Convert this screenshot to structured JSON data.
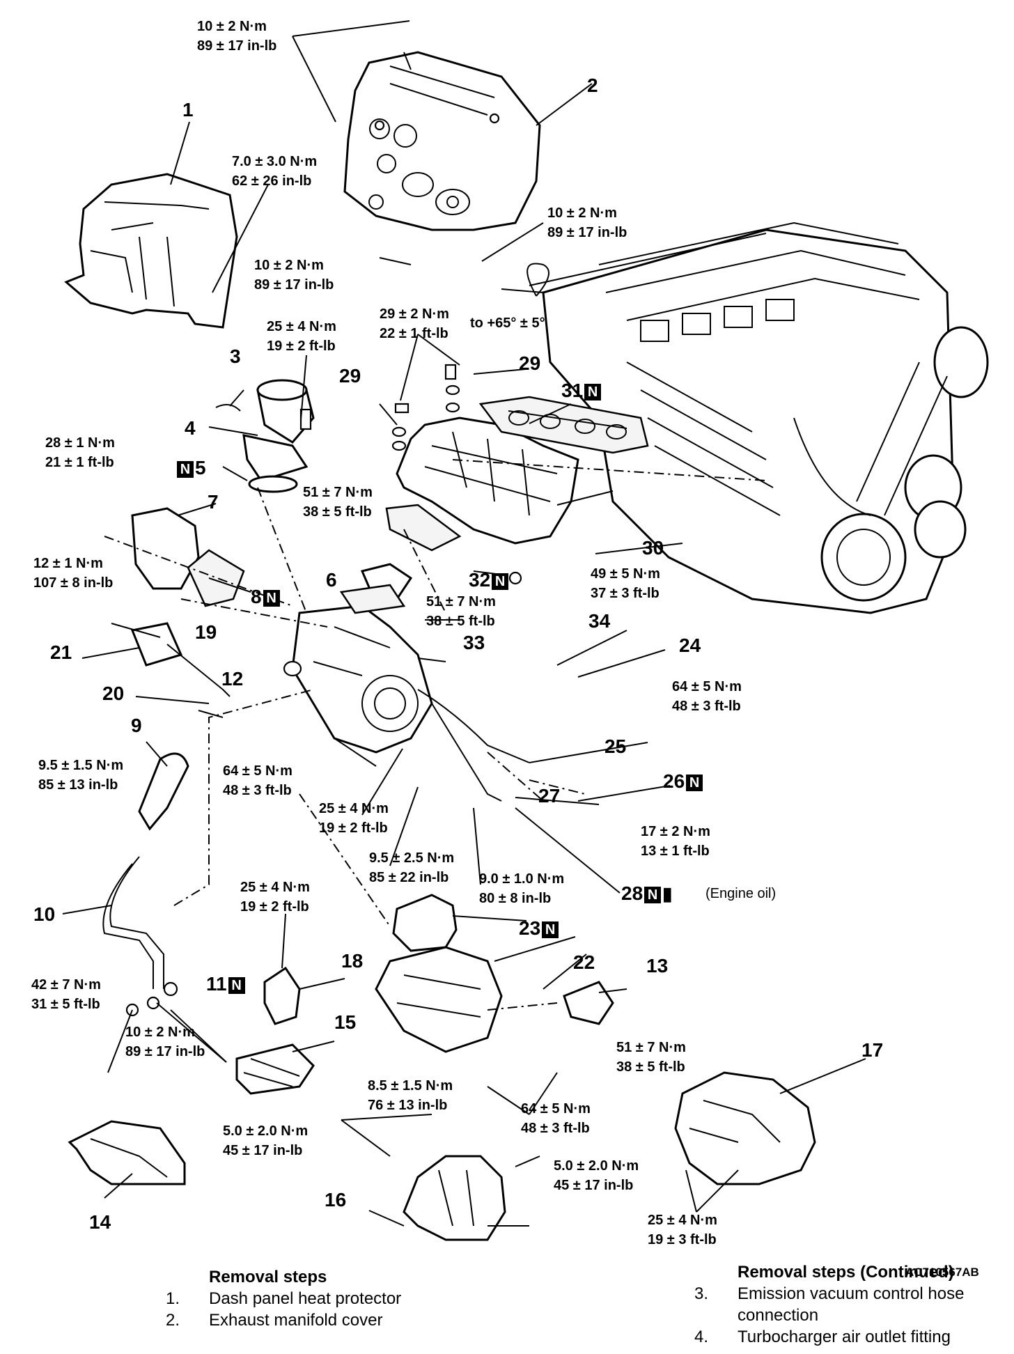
{
  "figure_id": "AC710567AB",
  "torques": {
    "t_top": [
      "10 ± 2 N·m",
      "89 ± 17 in-lb"
    ],
    "t_heat1": [
      "7.0 ± 3.0 N·m",
      "62 ± 26 in-lb"
    ],
    "t_mani_r": [
      "10 ± 2 N·m",
      "89 ± 17 in-lb"
    ],
    "t_mani_b": [
      "10 ± 2 N·m",
      "89 ± 17 in-lb"
    ],
    "t_29": [
      "29 ± 2 N·m",
      "22 ± 1 ft-lb"
    ],
    "t_29_angle": "to +65° ± 5°",
    "t_4": [
      "25 ± 4 N·m",
      "19 ± 2 ft-lb"
    ],
    "t_7": [
      "28 ± 1 N·m",
      "21 ± 1 ft-lb"
    ],
    "t_6": [
      "51 ± 7 N·m",
      "38 ± 5 ft-lb"
    ],
    "t_21": [
      "12 ± 1 N·m",
      "107 ± 8 in-lb"
    ],
    "t_30": [
      "49 ± 5 N·m",
      "37 ± 3 ft-lb"
    ],
    "t_33": [
      "51 ± 7 N·m",
      "38 ± 5 ft-lb"
    ],
    "t_24": [
      "64 ± 5 N·m",
      "48 ± 3 ft-lb"
    ],
    "t_9": [
      "9.5 ± 1.5 N·m",
      "85 ± 13 in-lb"
    ],
    "t_turbo": [
      "64 ± 5 N·m",
      "48 ± 3 ft-lb"
    ],
    "t_25a": [
      "25 ± 4 N·m",
      "19 ± 2 ft-lb"
    ],
    "t_26": [
      "17 ± 2 N·m",
      "13 ± 1 ft-lb"
    ],
    "t_27a": [
      "9.5 ± 2.5 N·m",
      "85 ± 22 in-lb"
    ],
    "t_27b": [
      "9.0 ± 1.0 N·m",
      "80 ± 8 in-lb"
    ],
    "t_18": [
      "25 ± 4 N·m",
      "19 ± 2 ft-lb"
    ],
    "t_10": [
      "42 ± 7 N·m",
      "31 ± 5 ft-lb"
    ],
    "t_14": [
      "10 ± 2 N·m",
      "89 ± 17 in-lb"
    ],
    "t_13": [
      "51 ± 7 N·m",
      "38 ± 5 ft-lb"
    ],
    "t_15": [
      "8.5 ± 1.5 N·m",
      "76 ± 13 in-lb"
    ],
    "t_22": [
      "64 ± 5 N·m",
      "48 ± 3 ft-lb"
    ],
    "t_16a": [
      "5.0 ± 2.0 N·m",
      "45 ± 17 in-lb"
    ],
    "t_16b": [
      "5.0 ± 2.0 N·m",
      "45 ± 17 in-lb"
    ],
    "t_17": [
      "25 ± 4 N·m",
      "19 ± 3 ft-lb"
    ]
  },
  "callouts": {
    "c1": "1",
    "c2": "2",
    "c3": "3",
    "c4": "4",
    "c5": "5",
    "c6": "6",
    "c7": "7",
    "c8": "8",
    "c9": "9",
    "c10": "10",
    "c11": "11",
    "c12": "12",
    "c13": "13",
    "c14": "14",
    "c15": "15",
    "c16": "16",
    "c17": "17",
    "c18": "18",
    "c19": "19",
    "c20": "20",
    "c21": "21",
    "c22": "22",
    "c23": "23",
    "c24": "24",
    "c25": "25",
    "c26": "26",
    "c27": "27",
    "c28": "28",
    "c29a": "29",
    "c29b": "29",
    "c30": "30",
    "c31": "31",
    "c32": "32",
    "c33": "33",
    "c34": "34"
  },
  "new_part_mark": "N",
  "engine_oil_note": "(Engine oil)",
  "removal_steps": {
    "heading": "Removal steps",
    "items": [
      {
        "num": "1.",
        "text": "Dash panel heat protector"
      },
      {
        "num": "2.",
        "text": "Exhaust manifold cover"
      }
    ]
  },
  "removal_steps_continued": {
    "heading": "Removal steps (Continued)",
    "items": [
      {
        "num": "3.",
        "text": "Emission vacuum control hose connection"
      },
      {
        "num": "4.",
        "text": "Turbocharger air outlet fitting"
      }
    ]
  }
}
